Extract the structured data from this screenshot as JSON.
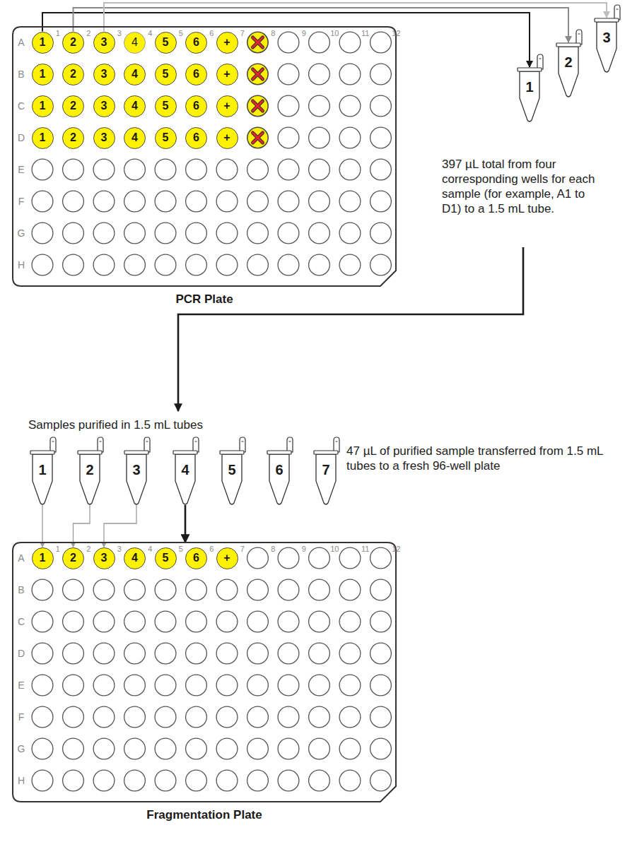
{
  "diagram": {
    "nodes": [
      {
        "text": [
          "PCR Plate"
        ]
      },
      {
        "text": [
          "1"
        ],
        "in": 0
      },
      {
        "text": [
          "2"
        ],
        "in": 0
      },
      {
        "text": [
          "3"
        ],
        "in": 0
      },
      {
        "text": [
          "4"
        ],
        "in": 0
      },
      {
        "text": [
          "5"
        ],
        "in": 0
      },
      {
        "text": [
          "6"
        ],
        "in": 0
      },
      {
        "text": [
          "+"
        ],
        "in": 0
      },
      {
        "text": [
          "1"
        ],
        "in": 0
      },
      {
        "text": [
          "2"
        ],
        "in": 0
      },
      {
        "text": [
          "3"
        ],
        "in": 0
      },
      {
        "text": [
          "4"
        ],
        "in": 0
      },
      {
        "text": [
          "5"
        ],
        "in": 0
      },
      {
        "text": [
          "6"
        ],
        "in": 0
      },
      {
        "text": [
          "+"
        ],
        "in": 0
      },
      {
        "text": [
          "1"
        ],
        "in": 0
      },
      {
        "text": [
          "2"
        ],
        "in": 0
      },
      {
        "text": [
          "3"
        ],
        "in": 0
      },
      {
        "text": [
          "4"
        ],
        "in": 0
      },
      {
        "text": [
          "5"
        ],
        "in": 0
      },
      {
        "text": [
          "6"
        ],
        "in": 0
      },
      {
        "text": [
          "+"
        ],
        "in": 0
      },
      {
        "text": [
          "1"
        ],
        "in": 0
      },
      {
        "text": [
          "2"
        ],
        "in": 0
      },
      {
        "text": [
          "3"
        ],
        "in": 0
      },
      {
        "text": [
          "4"
        ],
        "in": 0
      },
      {
        "text": [
          "5"
        ],
        "in": 0
      },
      {
        "text": [
          "6"
        ],
        "in": 0
      },
      {
        "text": [
          "+"
        ],
        "in": 0
      },
      {
        "text": [
          "1"
        ]
      },
      {
        "text": [
          "2"
        ]
      },
      {
        "text": [
          "3"
        ]
      },
      {
        "text": [
          "1"
        ]
      },
      {
        "text": [
          "2"
        ]
      },
      {
        "text": [
          "3"
        ]
      },
      {
        "text": [
          "4"
        ]
      },
      {
        "text": [
          "5"
        ]
      },
      {
        "text": [
          "6"
        ]
      },
      {
        "text": [
          "7"
        ]
      },
      {
        "text": [
          "Fragmentation Plate"
        ]
      },
      {
        "text": [
          "1"
        ],
        "in": 39
      },
      {
        "text": [
          "2"
        ],
        "in": 39
      },
      {
        "text": [
          "3"
        ],
        "in": 39
      },
      {
        "text": [
          "4"
        ],
        "in": 39
      },
      {
        "text": [
          "5"
        ],
        "in": 39
      },
      {
        "text": [
          "6"
        ],
        "in": 39
      },
      {
        "text": [
          "+"
        ],
        "in": 39
      }
    ],
    "edges": [
      {
        "from": 1,
        "to": 29,
        "arrow": "to"
      },
      {
        "from": 2,
        "to": 30,
        "arrow": "to"
      },
      {
        "from": 3,
        "to": 31,
        "arrow": "to"
      },
      {
        "from": 32,
        "to": 40,
        "arrow": "to"
      },
      {
        "from": 33,
        "to": 41,
        "arrow": "to"
      },
      {
        "from": 34,
        "to": 42,
        "arrow": "to"
      },
      {
        "from": 35,
        "to": 39,
        "arrow": "to"
      }
    ],
    "labels": [
      "1",
      "2",
      "3",
      "4",
      "5",
      "6",
      "7",
      "8",
      "9",
      "10",
      "11",
      "12",
      "A",
      "B",
      "C",
      "D",
      "E",
      "F",
      "G",
      "H",
      "397 µL total from four corresponding wells for each sample (for example, A1 to D1) to a 1.5 mL tube.",
      "Samples purified in 1.5 mL tubes",
      "47 µL of purified sample transferred from 1.5 mL tubes to a fresh 96-well plate",
      "1",
      "2",
      "3",
      "4",
      "5",
      "6",
      "7",
      "8",
      "9",
      "10",
      "11",
      "12",
      "A",
      "B",
      "C",
      "D",
      "E",
      "F",
      "G",
      "H"
    ]
  }
}
